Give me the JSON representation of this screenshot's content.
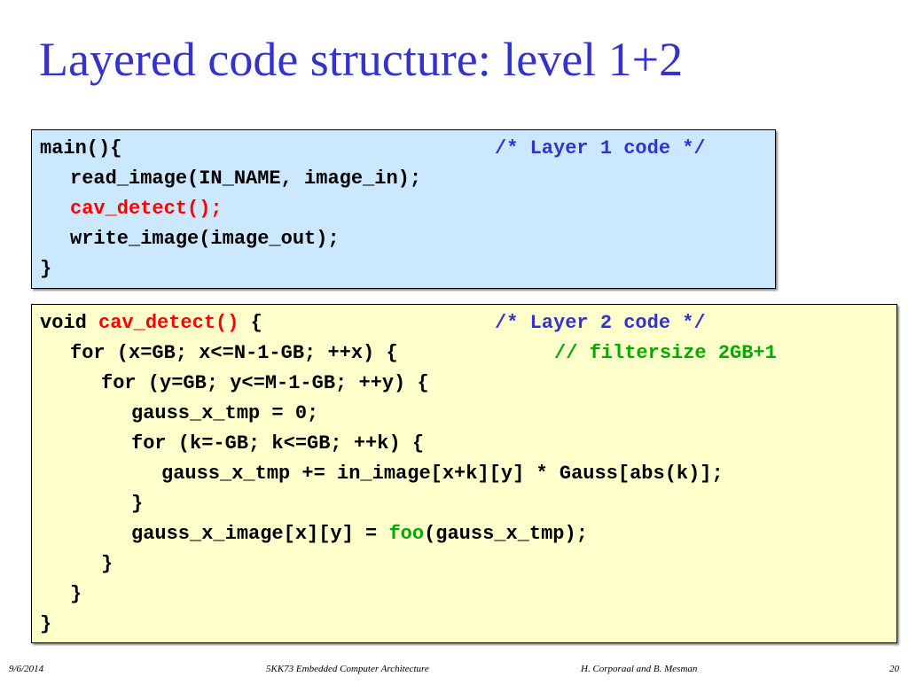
{
  "title": "Layered code structure: level 1+2",
  "layer1": {
    "l1_main": "main(){",
    "l1_comment": "/* Layer 1 code */",
    "l2": "read_image(IN_NAME, image_in);",
    "l3": "cav_detect();",
    "l4": "write_image(image_out);",
    "l5": "}"
  },
  "layer2": {
    "l1_void": "void ",
    "l1_func": "cav_detect()",
    "l1_brace": " {",
    "l1_comment": "/* Layer 2 code */",
    "l2_code": "for (x=GB; x<=N-1-GB; ++x) {",
    "l2_comment": "// filtersize 2GB+1",
    "l3": "for (y=GB; y<=M-1-GB; ++y) {",
    "l4": "gauss_x_tmp = 0;",
    "l5": "for (k=-GB; k<=GB; ++k) {",
    "l6": "gauss_x_tmp += in_image[x+k][y] * Gauss[abs(k)];",
    "l7": "}",
    "l8_pre": "gauss_x_image[x][y] = ",
    "l8_func": "foo",
    "l8_post": "(gauss_x_tmp);",
    "l9": "}",
    "l10": "}",
    "l11": "}"
  },
  "footer": {
    "date": "9/6/2014",
    "course": "5KK73 Embedded Computer Architecture",
    "authors": "H. Corporaal and B. Mesman",
    "page": "20"
  },
  "colors": {
    "title": "#3333cc",
    "layer1_bg": "#cce8ff",
    "layer2_bg": "#ffffcc",
    "highlight_red": "#ff0000",
    "comment_blue": "#3333cc",
    "comment_green": "#00aa00"
  }
}
